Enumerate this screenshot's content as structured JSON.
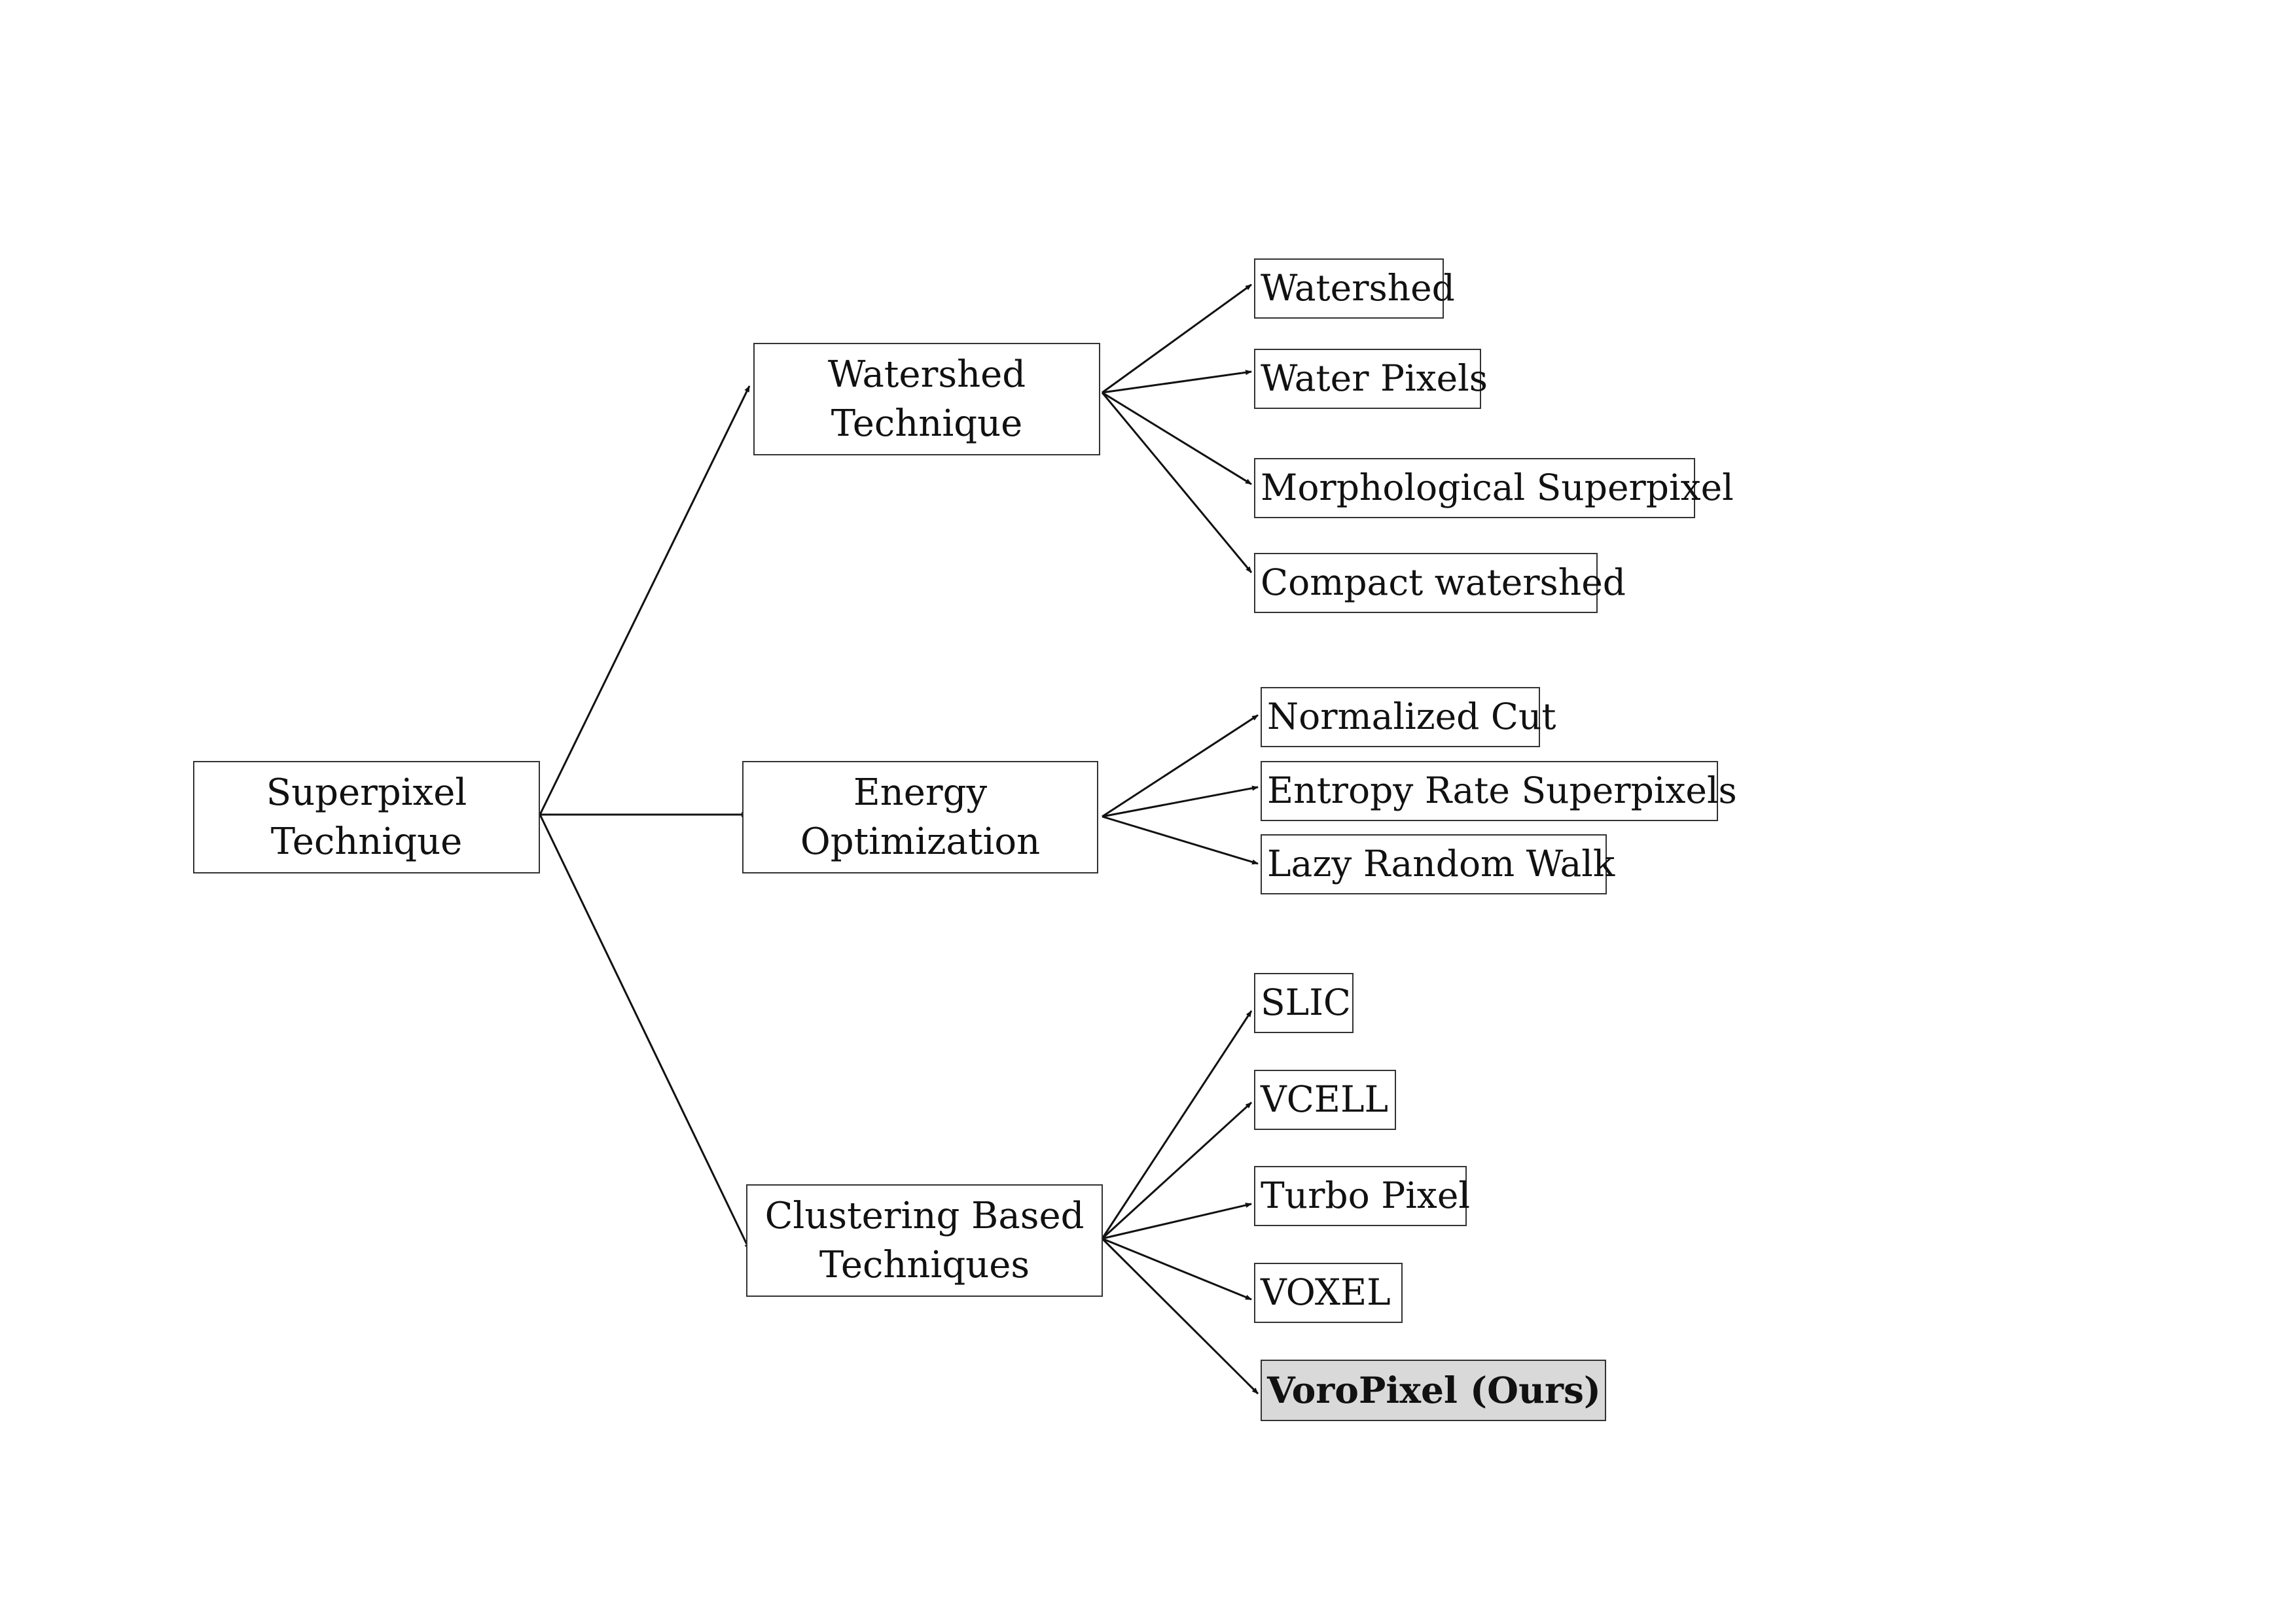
{
  "diagram": {
    "root": {
      "label_line1": "Superpixel",
      "label_line2": "Technique"
    },
    "categories": [
      {
        "label_line1": "Watershed",
        "label_line2": "Technique",
        "children": [
          "Watershed",
          "Water Pixels",
          "Morphological Superpixel",
          "Compact watershed"
        ]
      },
      {
        "label_line1": "Energy",
        "label_line2": "Optimization",
        "children": [
          "Normalized Cut",
          "Entropy Rate  Superpixels",
          "Lazy Random Walk"
        ]
      },
      {
        "label_line1": "Clustering Based",
        "label_line2": "Techniques",
        "children": [
          "SLIC",
          "VCELL",
          "Turbo Pixel",
          "VOXEL",
          "VoroPixel (Ours)"
        ]
      }
    ],
    "highlight_fill": "#d9d9d9",
    "line_color": "#111111"
  }
}
